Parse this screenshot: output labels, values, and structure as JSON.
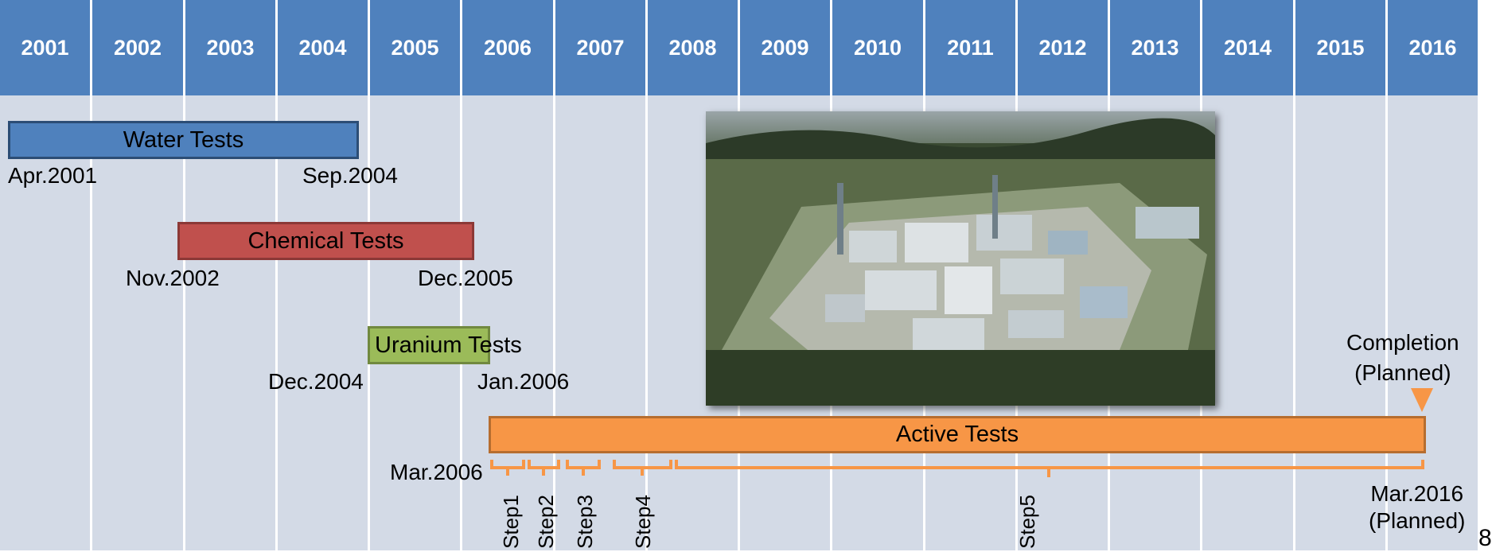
{
  "years": [
    "2001",
    "2002",
    "2003",
    "2004",
    "2005",
    "2006",
    "2007",
    "2008",
    "2009",
    "2010",
    "2011",
    "2012",
    "2013",
    "2014",
    "2015",
    "2016"
  ],
  "bars": {
    "water": {
      "label": "Water Tests",
      "color": "#4f81bd",
      "start": "Apr.2001",
      "end": "Sep.2004"
    },
    "chemical": {
      "label": "Chemical Tests",
      "color": "#c0504d",
      "start": "Nov.2002",
      "end": "Dec.2005"
    },
    "uranium": {
      "label": "Uranium Tests",
      "color": "#9bbb59",
      "start": "Dec.2004",
      "end": "Jan.2006"
    },
    "active": {
      "label": "Active Tests",
      "color": "#f79646",
      "start": "Mar.2006",
      "end": "Mar.2016\n(Planned)"
    }
  },
  "steps": [
    "Step1",
    "Step2",
    "Step3",
    "Step4",
    "Step5"
  ],
  "completion": "Completion\n(Planned)",
  "page_number": "8",
  "photo": {
    "subject": "aerial view of reprocessing plant"
  }
}
